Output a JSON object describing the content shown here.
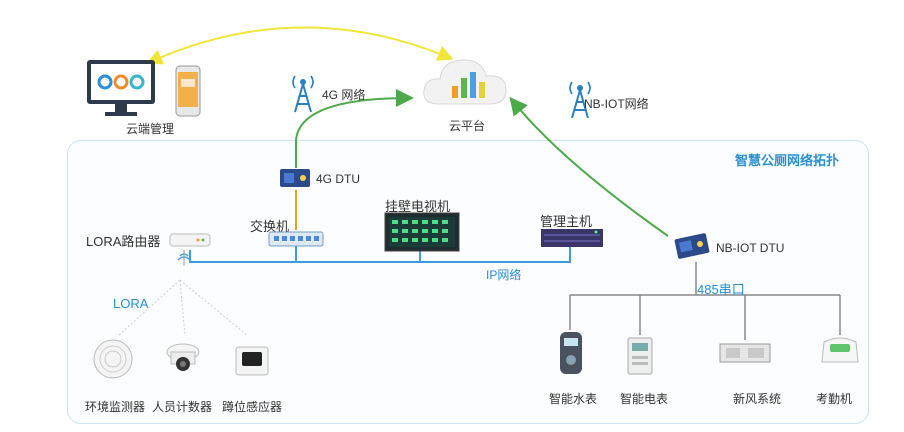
{
  "title": "智慧公厕网络拓扑",
  "nodes": {
    "cloud_management": "云端管理",
    "cloud_platform": "云平台",
    "network_4g": "4G 网络",
    "network_nbiot": "NB-IOT网络",
    "dtu_4g": "4G DTU",
    "switch": "交换机",
    "wall_tv": "挂壁电视机",
    "management_host": "管理主机",
    "lora_router": "LORA路由器",
    "ip_network": "IP网络",
    "nbiot_dtu": "NB-IOT DTU",
    "rs485": "485串口",
    "lora": "LORA"
  },
  "lora_devices": [
    "环境监测器",
    "人员计数器",
    "蹲位感应器"
  ],
  "rs485_devices": [
    "智能水表",
    "智能电表",
    "新风系统",
    "考勤机"
  ],
  "colors": {
    "frame_border": "#c9e6f2",
    "title_blue": "#2a8fd0",
    "ip_line_blue": "#3d9be0",
    "arrow_green": "#4caa4a",
    "arrow_yellow": "#f0e63a",
    "bus_gray": "#888888"
  },
  "icons": {
    "monitor": "monitor-icon",
    "phone": "phone-icon",
    "cloud": "cloud-chart-icon",
    "tower": "signal-tower-icon",
    "dtu": "dtu-module-icon",
    "switch": "network-switch-icon",
    "tv": "tv-icon",
    "server": "rack-server-icon",
    "router": "router-icon"
  }
}
